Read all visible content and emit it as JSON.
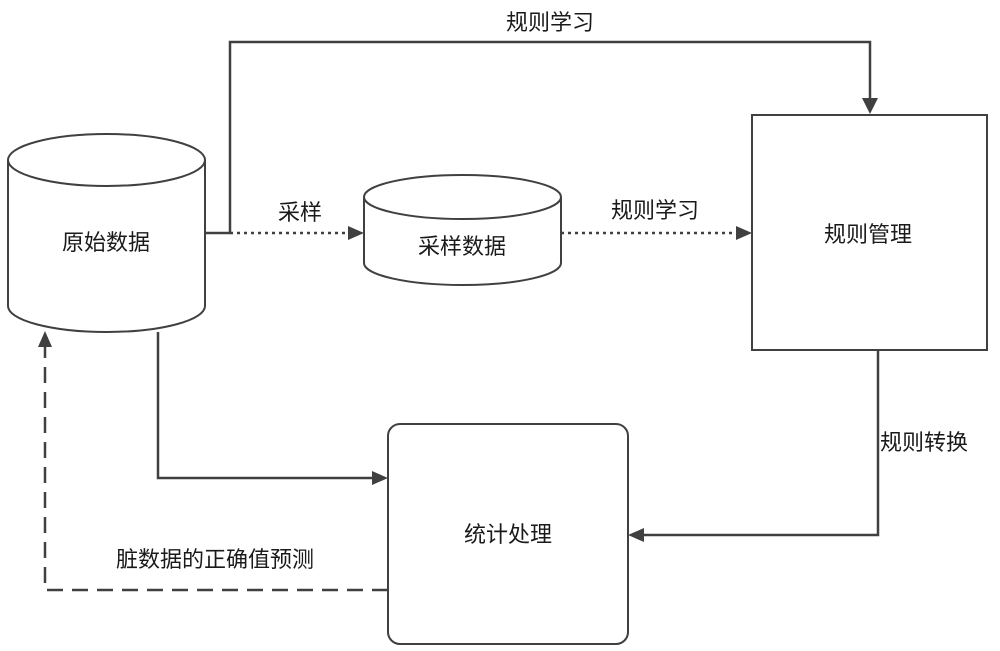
{
  "nodes": {
    "raw_data": {
      "label": "原始数据"
    },
    "sample_data": {
      "label": "采样数据"
    },
    "rule_management": {
      "label": "规则管理"
    },
    "statistical_processing": {
      "label": "统计处理"
    }
  },
  "edges": {
    "raw_to_rules": {
      "label": "规则学习"
    },
    "raw_to_sample": {
      "label": "采样"
    },
    "sample_to_rules": {
      "label": "规则学习"
    },
    "rules_to_stats": {
      "label": "规则转换"
    },
    "raw_to_stats": {
      "label": ""
    },
    "stats_to_raw": {
      "label": "脏数据的正确值预测"
    }
  }
}
